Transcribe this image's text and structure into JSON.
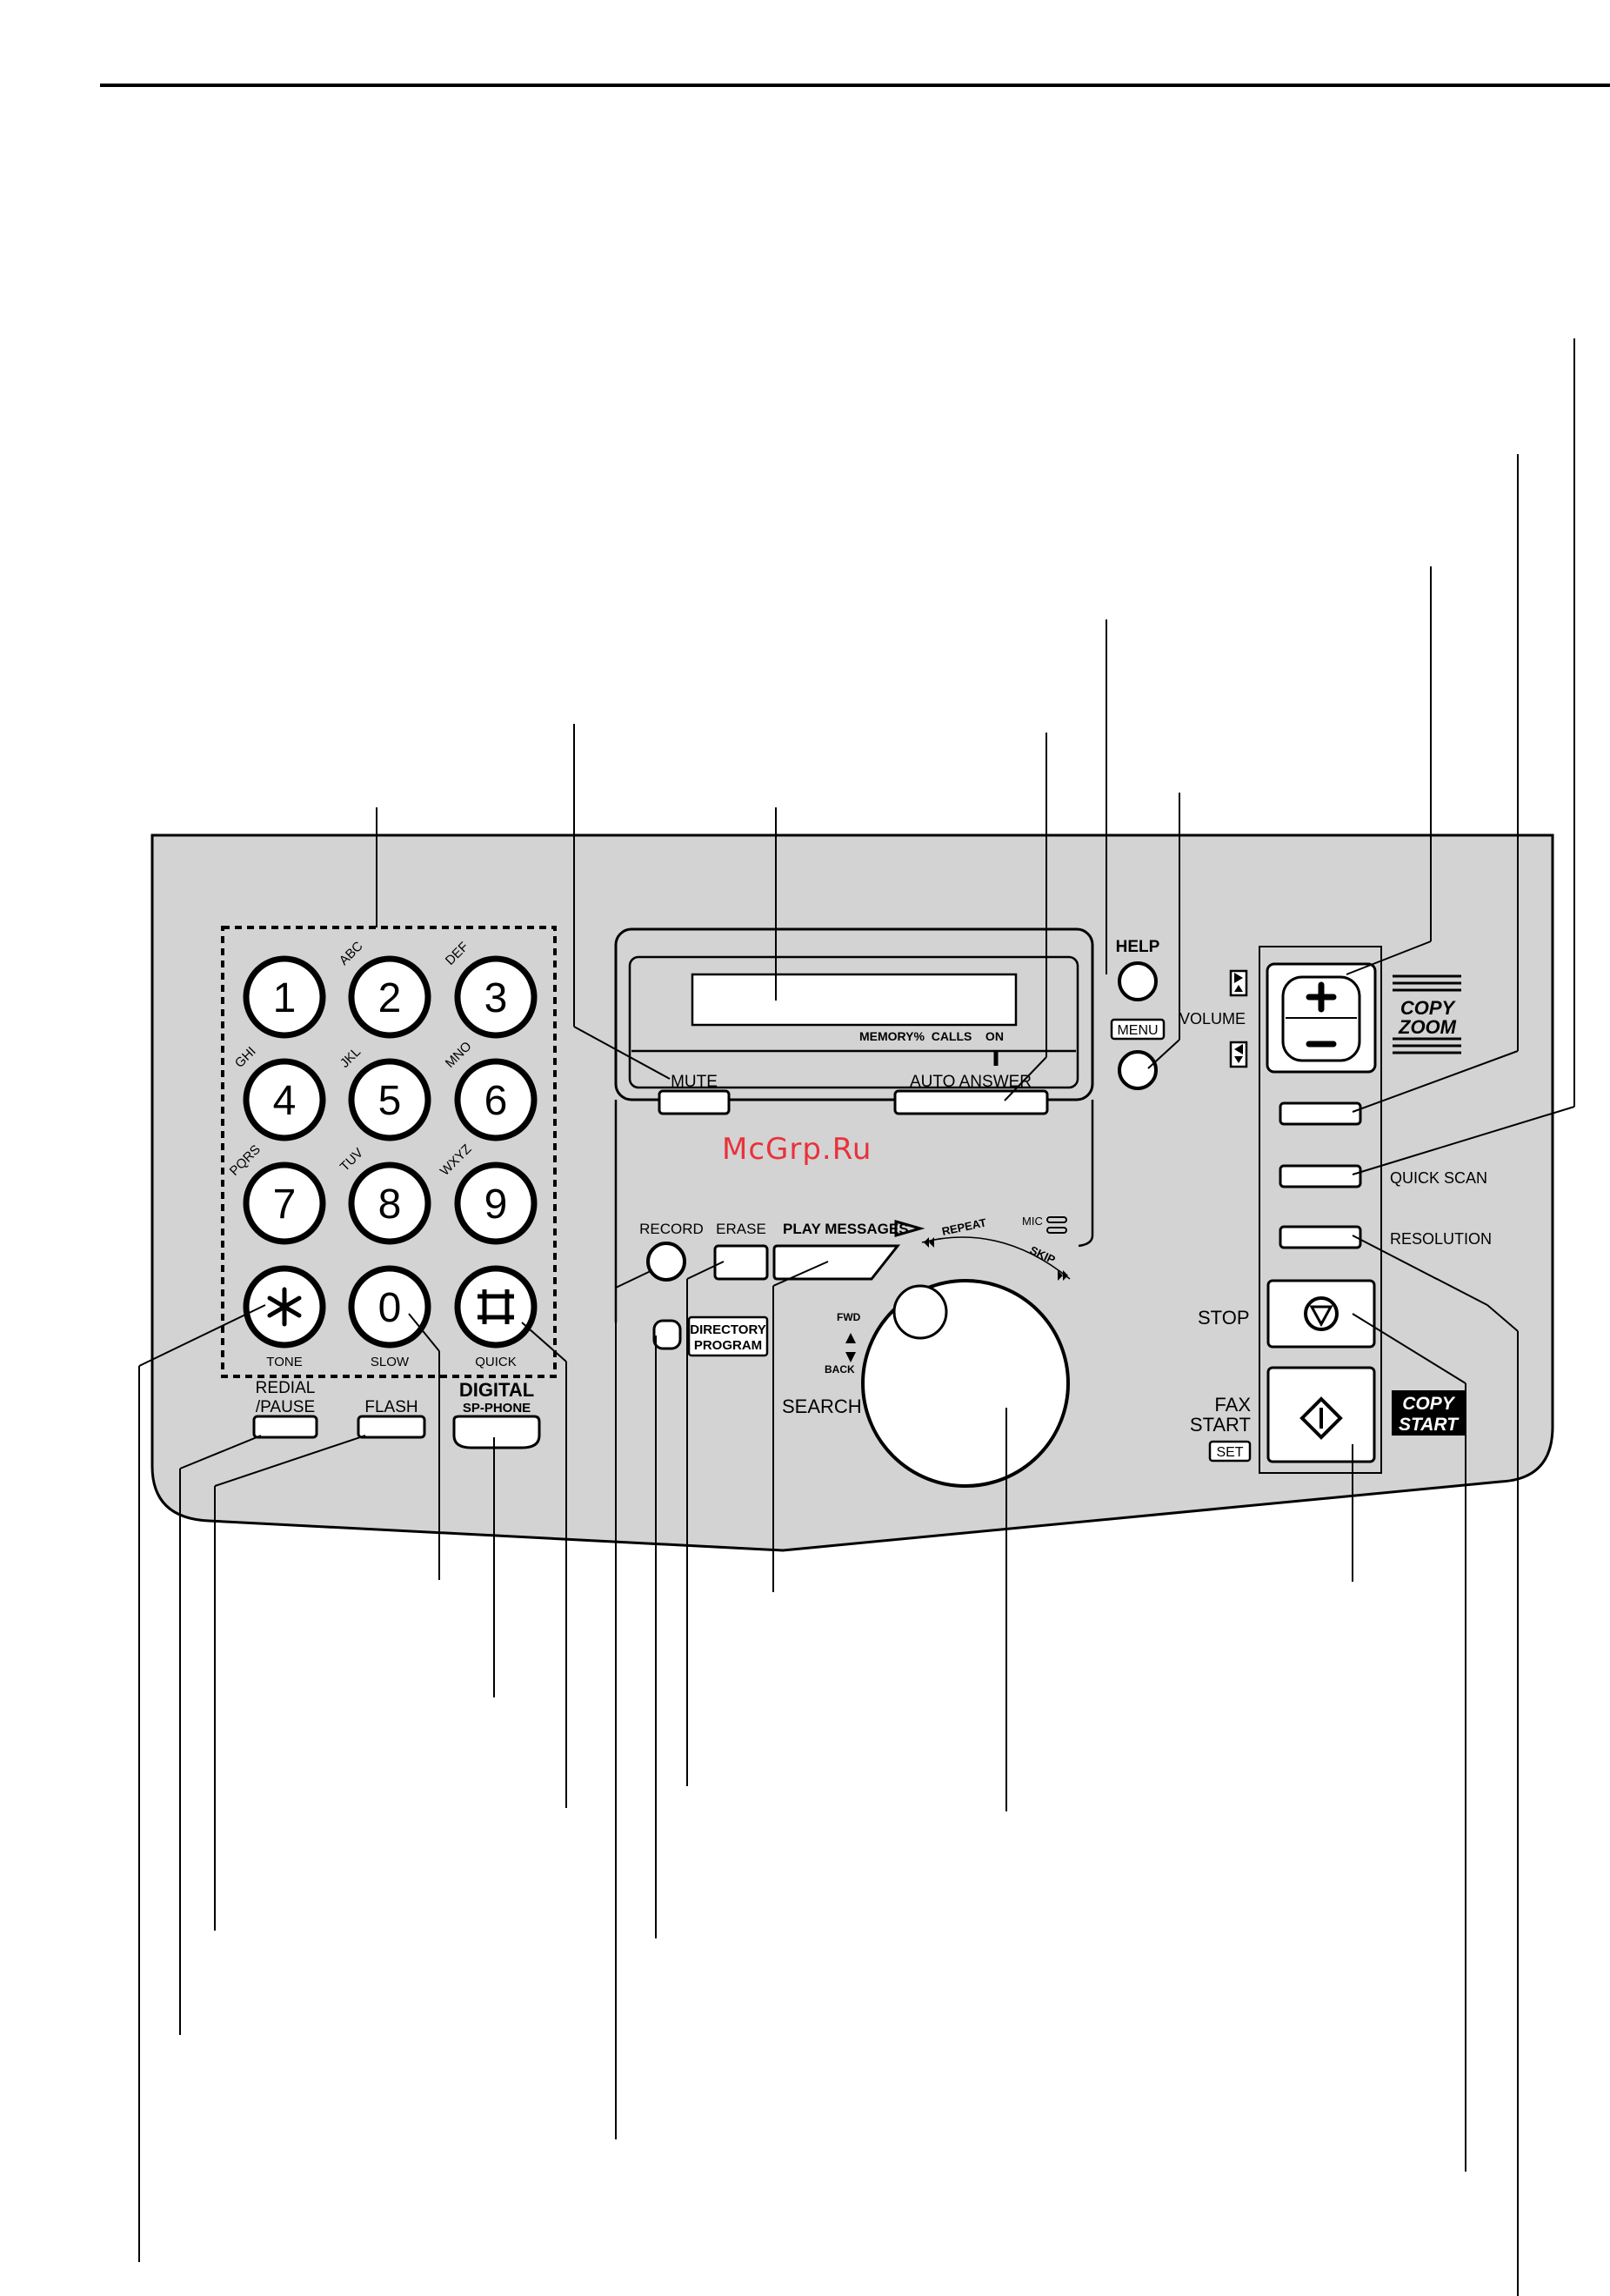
{
  "watermark": "McGrp.Ru",
  "colors": {
    "panel": "#d3d3d3",
    "line": "#000000",
    "watermark": "#e8323c"
  },
  "keypad": {
    "keys": [
      {
        "digit": "1",
        "letters": ""
      },
      {
        "digit": "2",
        "letters": "ABC"
      },
      {
        "digit": "3",
        "letters": "DEF"
      },
      {
        "digit": "4",
        "letters": "GHI"
      },
      {
        "digit": "5",
        "letters": "JKL"
      },
      {
        "digit": "6",
        "letters": "MNO"
      },
      {
        "digit": "7",
        "letters": "PQRS"
      },
      {
        "digit": "8",
        "letters": "TUV"
      },
      {
        "digit": "9",
        "letters": "WXYZ"
      },
      {
        "digit": "",
        "letters": "",
        "icon": "asterisk-icon"
      },
      {
        "digit": "0",
        "letters": ""
      },
      {
        "digit": "",
        "letters": "",
        "icon": "hash-icon"
      }
    ],
    "sub_labels": {
      "star": "TONE",
      "zero": "SLOW",
      "hash": "QUICK"
    }
  },
  "buttons": {
    "redial_line1": "REDIAL",
    "redial_line2": "/PAUSE",
    "flash": "FLASH",
    "sp_phone_line1": "DIGITAL",
    "sp_phone_line2": "SP-PHONE",
    "mute": "MUTE",
    "auto_answer": "AUTO ANSWER",
    "help": "HELP",
    "menu": "MENU",
    "volume": "VOLUME",
    "copy_zoom_line1": "COPY",
    "copy_zoom_line2": "ZOOM",
    "quick_scan": "QUICK SCAN",
    "resolution": "RESOLUTION",
    "stop": "STOP",
    "fax_line1": "FAX",
    "fax_line2": "START",
    "set": "SET",
    "copy_start_line1": "COPY",
    "copy_start_line2": "START",
    "record": "RECORD",
    "erase": "ERASE",
    "play_messages": "PLAY MESSAGES",
    "directory_line1": "DIRECTORY",
    "directory_line2": "PROGRAM",
    "search": "SEARCH",
    "fwd": "FWD",
    "back": "BACK",
    "repeat": "REPEAT",
    "skip": "SKIP",
    "mic": "MIC"
  },
  "display": {
    "indicators": "MEMORY%  CALLS    ON"
  }
}
